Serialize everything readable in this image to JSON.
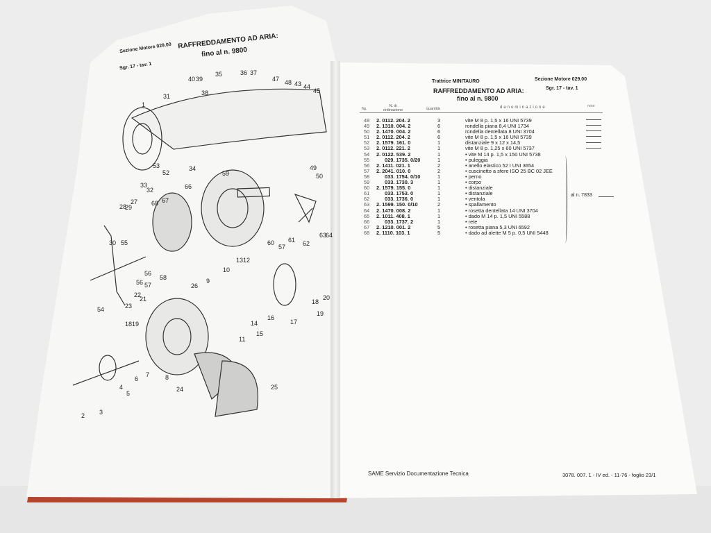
{
  "left_page": {
    "section": "Sezione Motore 029.00",
    "group": "Sgr. 17 - tav. 1",
    "title": "RAFFREDDAMENTO AD ARIA:",
    "subtitle": "fino al n. 9800",
    "callouts": [
      "40",
      "39",
      "35",
      "36",
      "37",
      "47",
      "48",
      "43",
      "44",
      "45",
      "31",
      "38",
      "1",
      "53",
      "52",
      "34",
      "59",
      "33",
      "32",
      "27",
      "28",
      "29",
      "66",
      "68",
      "67",
      "49",
      "50",
      "30",
      "55",
      "60",
      "57",
      "61",
      "62",
      "63",
      "64",
      "56",
      "58",
      "54",
      "56",
      "57",
      "12",
      "13",
      "10",
      "9",
      "26",
      "23",
      "22",
      "21",
      "18",
      "19",
      "17",
      "16",
      "14",
      "15",
      "11",
      "18",
      "19",
      "20",
      "4",
      "5",
      "6",
      "7",
      "8",
      "2",
      "3",
      "24",
      "25"
    ]
  },
  "right_page": {
    "tractor": "Trattrice MINITAURO",
    "section": "Sezione Motore 029.00",
    "group": "Sgr. 17 - tav. 1",
    "title": "RAFFREDDAMENTO AD ARIA:",
    "subtitle": "fino al n. 9800",
    "headers": {
      "fig": "fig.",
      "code": "N. di ordinazione",
      "qty": "quantità",
      "name": "denominazione",
      "notes": "note"
    },
    "rows": [
      {
        "fig": "48",
        "code": "2. 0112. 204. 2",
        "qty": "3",
        "name": "vite M 8 p. 1,5 x 16 UNI 5739"
      },
      {
        "fig": "49",
        "code": "2. 1310. 004. 2",
        "qty": "6",
        "name": "rondella piana 8,4 UNI 1734"
      },
      {
        "fig": "50",
        "code": "2. 1470. 004. 2",
        "qty": "6",
        "name": "rondella dentellata 8 UNI 3704"
      },
      {
        "fig": "51",
        "code": "2. 0112. 204. 2",
        "qty": "6",
        "name": "vite M 8 p. 1,5 x 16 UNI 5739"
      },
      {
        "fig": "52",
        "code": "2. 1579. 161. 0",
        "qty": "1",
        "name": "distanziale 9 x 12 x 14,5"
      },
      {
        "fig": "53",
        "code": "2. 0112. 221. 2",
        "qty": "1",
        "name": "vite M 8 p. 1,25 x 60 UNI 5737"
      },
      {
        "fig": "54",
        "code": "2. 0122. 539. 2",
        "qty": "1",
        "name": "• vite M 14 p. 1,5 x 150 UNI 5738"
      },
      {
        "fig": "55",
        "code": "029. 1735. 0/20",
        "qty": "1",
        "name": "• puleggia"
      },
      {
        "fig": "56",
        "code": "2. 1411. 021. 1",
        "qty": "2",
        "name": "• anello elastico 52 I UNI 3654"
      },
      {
        "fig": "57",
        "code": "2. 2041. 010. 0",
        "qty": "2",
        "name": "• cuscinetto a sfere ISO 25 BC 02 JEE"
      },
      {
        "fig": "58",
        "code": "033. 1754. 0/10",
        "qty": "1",
        "name": "• perno"
      },
      {
        "fig": "59",
        "code": "033. 1730. 3",
        "qty": "1",
        "name": "• corpo"
      },
      {
        "fig": "60",
        "code": "2. 1579. 155. 0",
        "qty": "1",
        "name": "• distanziale"
      },
      {
        "fig": "61",
        "code": "033. 1753. 0",
        "qty": "1",
        "name": "• distanziale"
      },
      {
        "fig": "62",
        "code": "033. 1736. 0",
        "qty": "1",
        "name": "• ventola"
      },
      {
        "fig": "63",
        "code": "2. 1599. 150. 0/10",
        "qty": "2",
        "name": "• spallamento"
      },
      {
        "fig": "64",
        "code": "2. 1470. 008. 2",
        "qty": "1",
        "name": "• rosetta dentellata 14 UNI 3704"
      },
      {
        "fig": "65",
        "code": "2. 1011. 408. 1",
        "qty": "1",
        "name": "• dado M 14 p. 1,5 UNI 5588"
      },
      {
        "fig": "66",
        "code": "033. 1737. 2",
        "qty": "1",
        "name": "• rete"
      },
      {
        "fig": "67",
        "code": "2. 1210. 001. 2",
        "qty": "5",
        "name": "• rosetta piana 5,3 UNI 6592"
      },
      {
        "fig": "68",
        "code": "2. 1110. 103. 1",
        "qty": "5",
        "name": "• dado ad alette M 5 p. 0,5 UNI 5448"
      }
    ],
    "bracket_note": "al n. 7833",
    "footer_left": "SAME Servizio Documentazione Tecnica",
    "footer_right": "3078. 007. 1 - IV ed. - 11-76 - foglio 23/1"
  }
}
